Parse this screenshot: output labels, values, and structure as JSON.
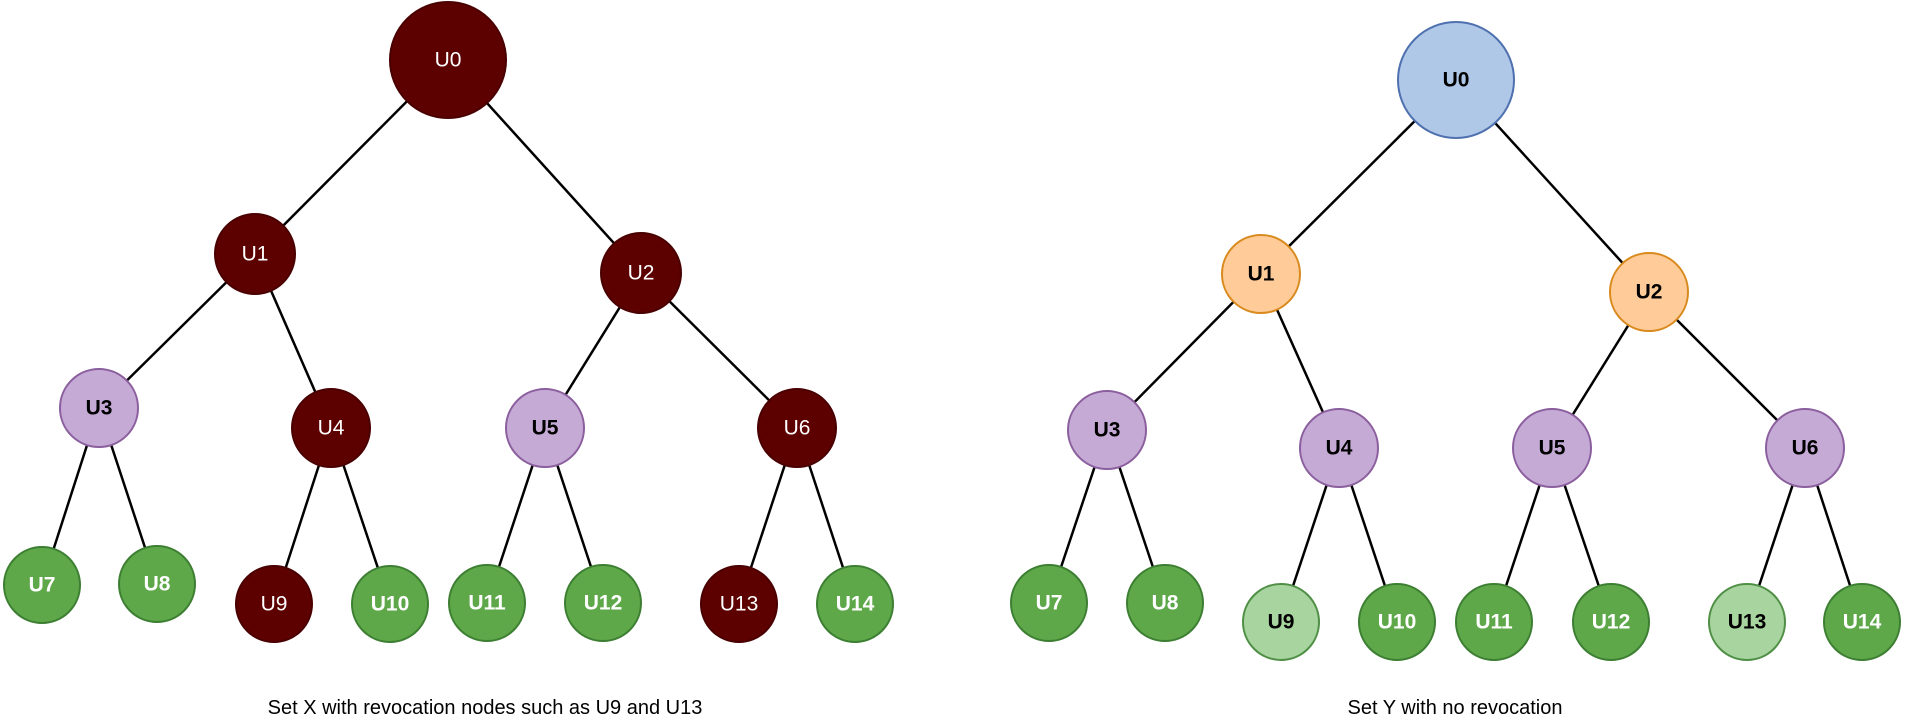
{
  "diagrams": [
    {
      "caption": "Set X with revocation nodes such as U9 and U13",
      "nodes": [
        {
          "id": "U0",
          "label": "U0",
          "style": "revoked-root"
        },
        {
          "id": "U1",
          "label": "U1",
          "style": "revoked"
        },
        {
          "id": "U2",
          "label": "U2",
          "style": "revoked"
        },
        {
          "id": "U3",
          "label": "U3",
          "style": "purple"
        },
        {
          "id": "U4",
          "label": "U4",
          "style": "revoked"
        },
        {
          "id": "U5",
          "label": "U5",
          "style": "purple"
        },
        {
          "id": "U6",
          "label": "U6",
          "style": "revoked"
        },
        {
          "id": "U7",
          "label": "U7",
          "style": "green"
        },
        {
          "id": "U8",
          "label": "U8",
          "style": "green"
        },
        {
          "id": "U9",
          "label": "U9",
          "style": "revoked"
        },
        {
          "id": "U10",
          "label": "U10",
          "style": "green"
        },
        {
          "id": "U11",
          "label": "U11",
          "style": "green"
        },
        {
          "id": "U12",
          "label": "U12",
          "style": "green"
        },
        {
          "id": "U13",
          "label": "U13",
          "style": "revoked"
        },
        {
          "id": "U14",
          "label": "U14",
          "style": "green"
        }
      ],
      "edges": [
        [
          "U0",
          "U1"
        ],
        [
          "U0",
          "U2"
        ],
        [
          "U1",
          "U3"
        ],
        [
          "U1",
          "U4"
        ],
        [
          "U2",
          "U5"
        ],
        [
          "U2",
          "U6"
        ],
        [
          "U3",
          "U7"
        ],
        [
          "U3",
          "U8"
        ],
        [
          "U4",
          "U9"
        ],
        [
          "U4",
          "U10"
        ],
        [
          "U5",
          "U11"
        ],
        [
          "U5",
          "U12"
        ],
        [
          "U6",
          "U13"
        ],
        [
          "U6",
          "U14"
        ]
      ]
    },
    {
      "caption": "Set Y with no revocation",
      "nodes": [
        {
          "id": "U0",
          "label": "U0",
          "style": "blue-root"
        },
        {
          "id": "U1",
          "label": "U1",
          "style": "orange"
        },
        {
          "id": "U2",
          "label": "U2",
          "style": "orange"
        },
        {
          "id": "U3",
          "label": "U3",
          "style": "purple"
        },
        {
          "id": "U4",
          "label": "U4",
          "style": "purple"
        },
        {
          "id": "U5",
          "label": "U5",
          "style": "purple"
        },
        {
          "id": "U6",
          "label": "U6",
          "style": "purple"
        },
        {
          "id": "U7",
          "label": "U7",
          "style": "green"
        },
        {
          "id": "U8",
          "label": "U8",
          "style": "green"
        },
        {
          "id": "U9",
          "label": "U9",
          "style": "light-green"
        },
        {
          "id": "U10",
          "label": "U10",
          "style": "green"
        },
        {
          "id": "U11",
          "label": "U11",
          "style": "green"
        },
        {
          "id": "U12",
          "label": "U12",
          "style": "green"
        },
        {
          "id": "U13",
          "label": "U13",
          "style": "light-green"
        },
        {
          "id": "U14",
          "label": "U14",
          "style": "green"
        }
      ],
      "edges": [
        [
          "U0",
          "U1"
        ],
        [
          "U0",
          "U2"
        ],
        [
          "U1",
          "U3"
        ],
        [
          "U1",
          "U4"
        ],
        [
          "U2",
          "U5"
        ],
        [
          "U2",
          "U6"
        ],
        [
          "U3",
          "U7"
        ],
        [
          "U3",
          "U8"
        ],
        [
          "U4",
          "U9"
        ],
        [
          "U4",
          "U10"
        ],
        [
          "U5",
          "U11"
        ],
        [
          "U5",
          "U12"
        ],
        [
          "U6",
          "U13"
        ],
        [
          "U6",
          "U14"
        ]
      ]
    }
  ],
  "colors": {
    "revoked": {
      "fill": "#5c0000",
      "stroke": "#4a0000",
      "text": "#ffffff"
    },
    "revoked-root": {
      "fill": "#5c0000",
      "stroke": "#4a0000",
      "text": "#ffffff"
    },
    "purple": {
      "fill": "#c5aad6",
      "stroke": "#8b5f9e",
      "text": "#000000"
    },
    "green": {
      "fill": "#5ea84a",
      "stroke": "#3d7f32",
      "text": "#ffffff"
    },
    "light-green": {
      "fill": "#a8d4a0",
      "stroke": "#4f8f45",
      "text": "#000000"
    },
    "blue-root": {
      "fill": "#b0c8e8",
      "stroke": "#4f70b0",
      "text": "#000000"
    },
    "orange": {
      "fill": "#ffcc99",
      "stroke": "#d98a1e",
      "text": "#000000"
    }
  }
}
